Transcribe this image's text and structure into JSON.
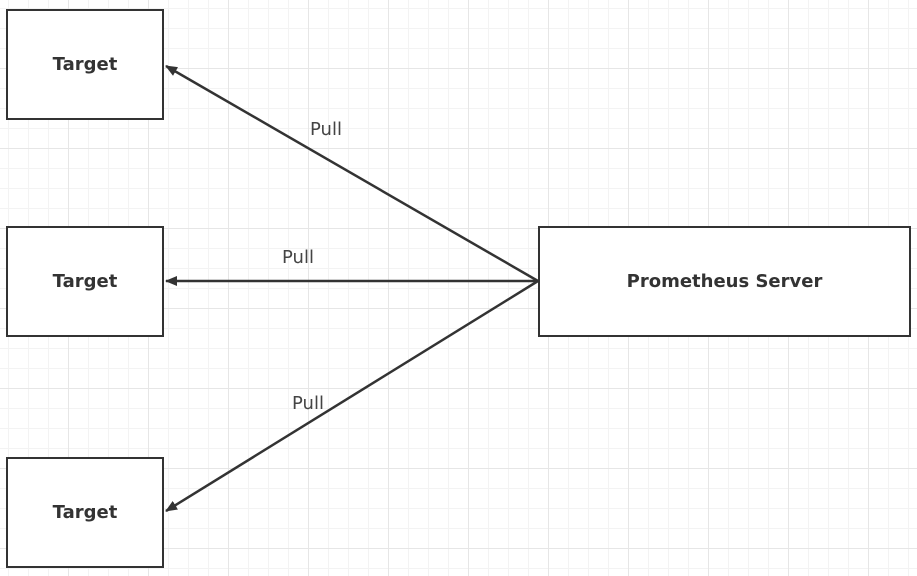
{
  "diagram": {
    "server": {
      "label": "Prometheus Server"
    },
    "targets": [
      {
        "label": "Target"
      },
      {
        "label": "Target"
      },
      {
        "label": "Target"
      }
    ],
    "edges": [
      {
        "label": "Pull",
        "from": "server",
        "to": "target-1"
      },
      {
        "label": "Pull",
        "from": "server",
        "to": "target-2"
      },
      {
        "label": "Pull",
        "from": "server",
        "to": "target-3"
      }
    ]
  },
  "colors": {
    "stroke": "#333333",
    "grid": "#e6e6e6",
    "background": "#ffffff"
  }
}
